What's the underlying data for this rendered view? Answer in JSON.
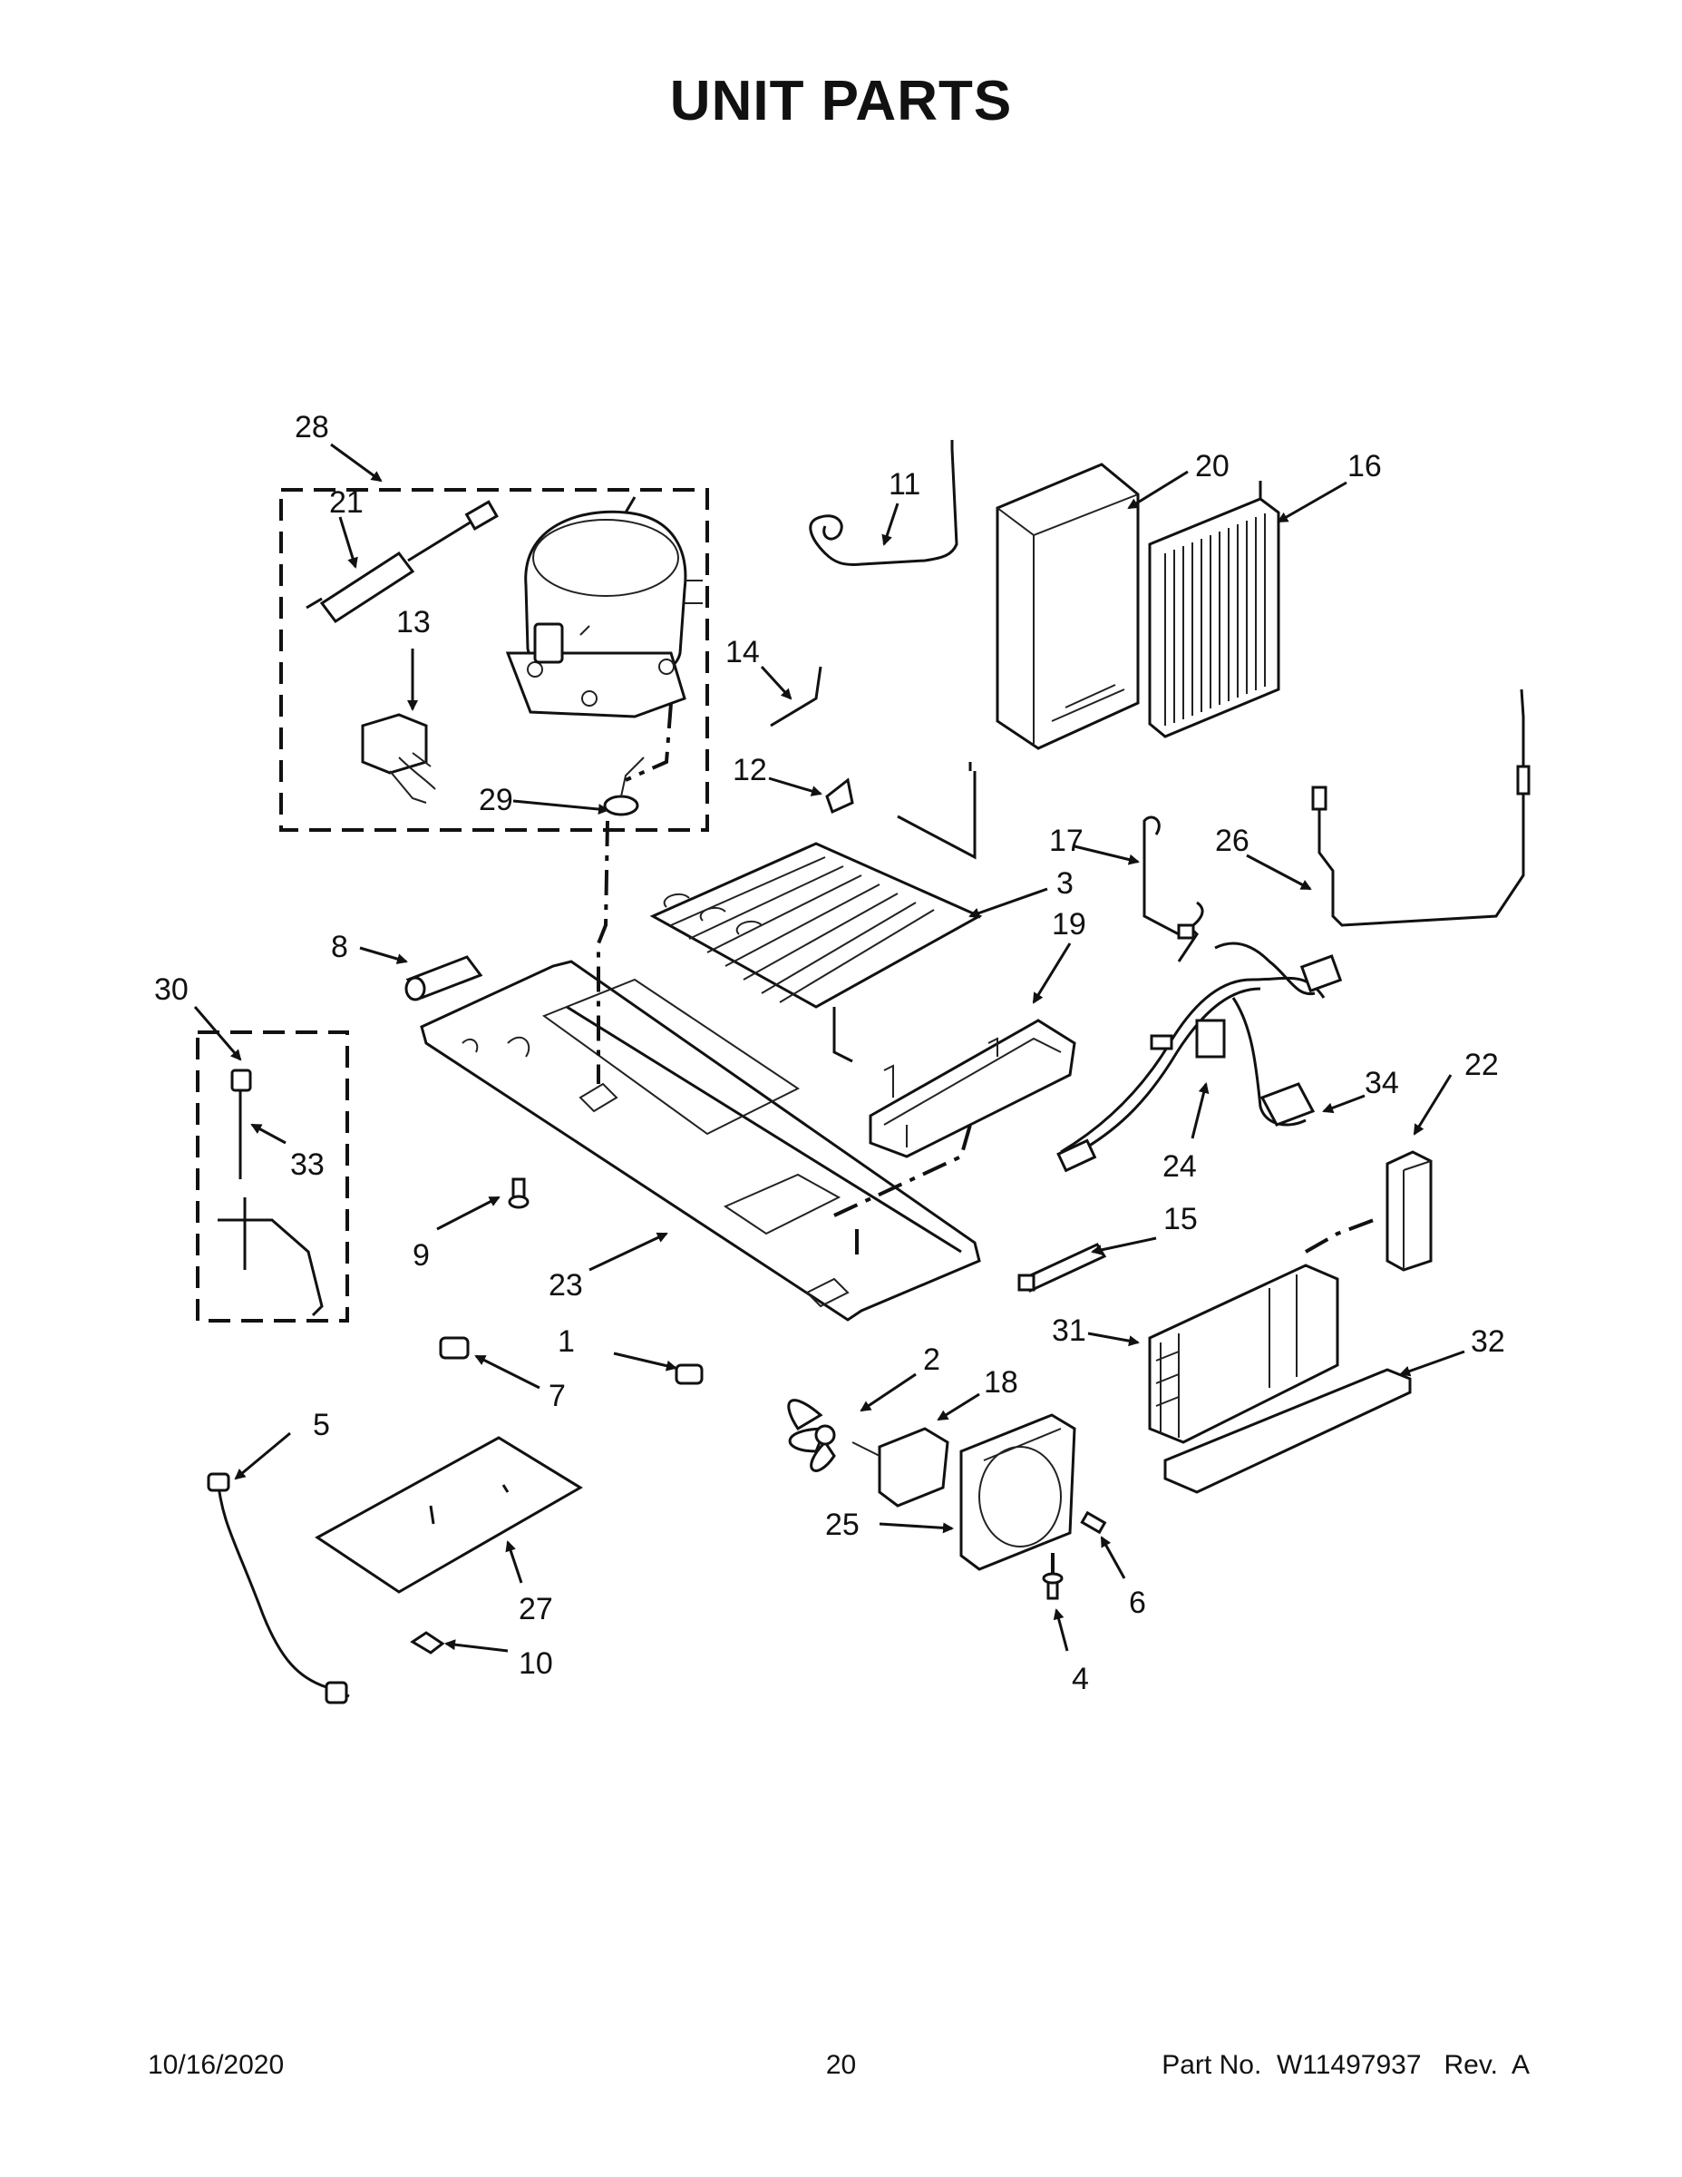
{
  "page_title": "UNIT PARTS",
  "footer": {
    "date": "10/16/2020",
    "page_number": "20",
    "part_no": "Part No.  W11497937   Rev.  A"
  },
  "callouts": [
    "1",
    "2",
    "3",
    "4",
    "5",
    "6",
    "7",
    "8",
    "9",
    "10",
    "11",
    "12",
    "13",
    "14",
    "15",
    "16",
    "17",
    "18",
    "19",
    "20",
    "21",
    "22",
    "23",
    "24",
    "25",
    "26",
    "27",
    "28",
    "29",
    "30",
    "31",
    "32",
    "33",
    "34"
  ]
}
